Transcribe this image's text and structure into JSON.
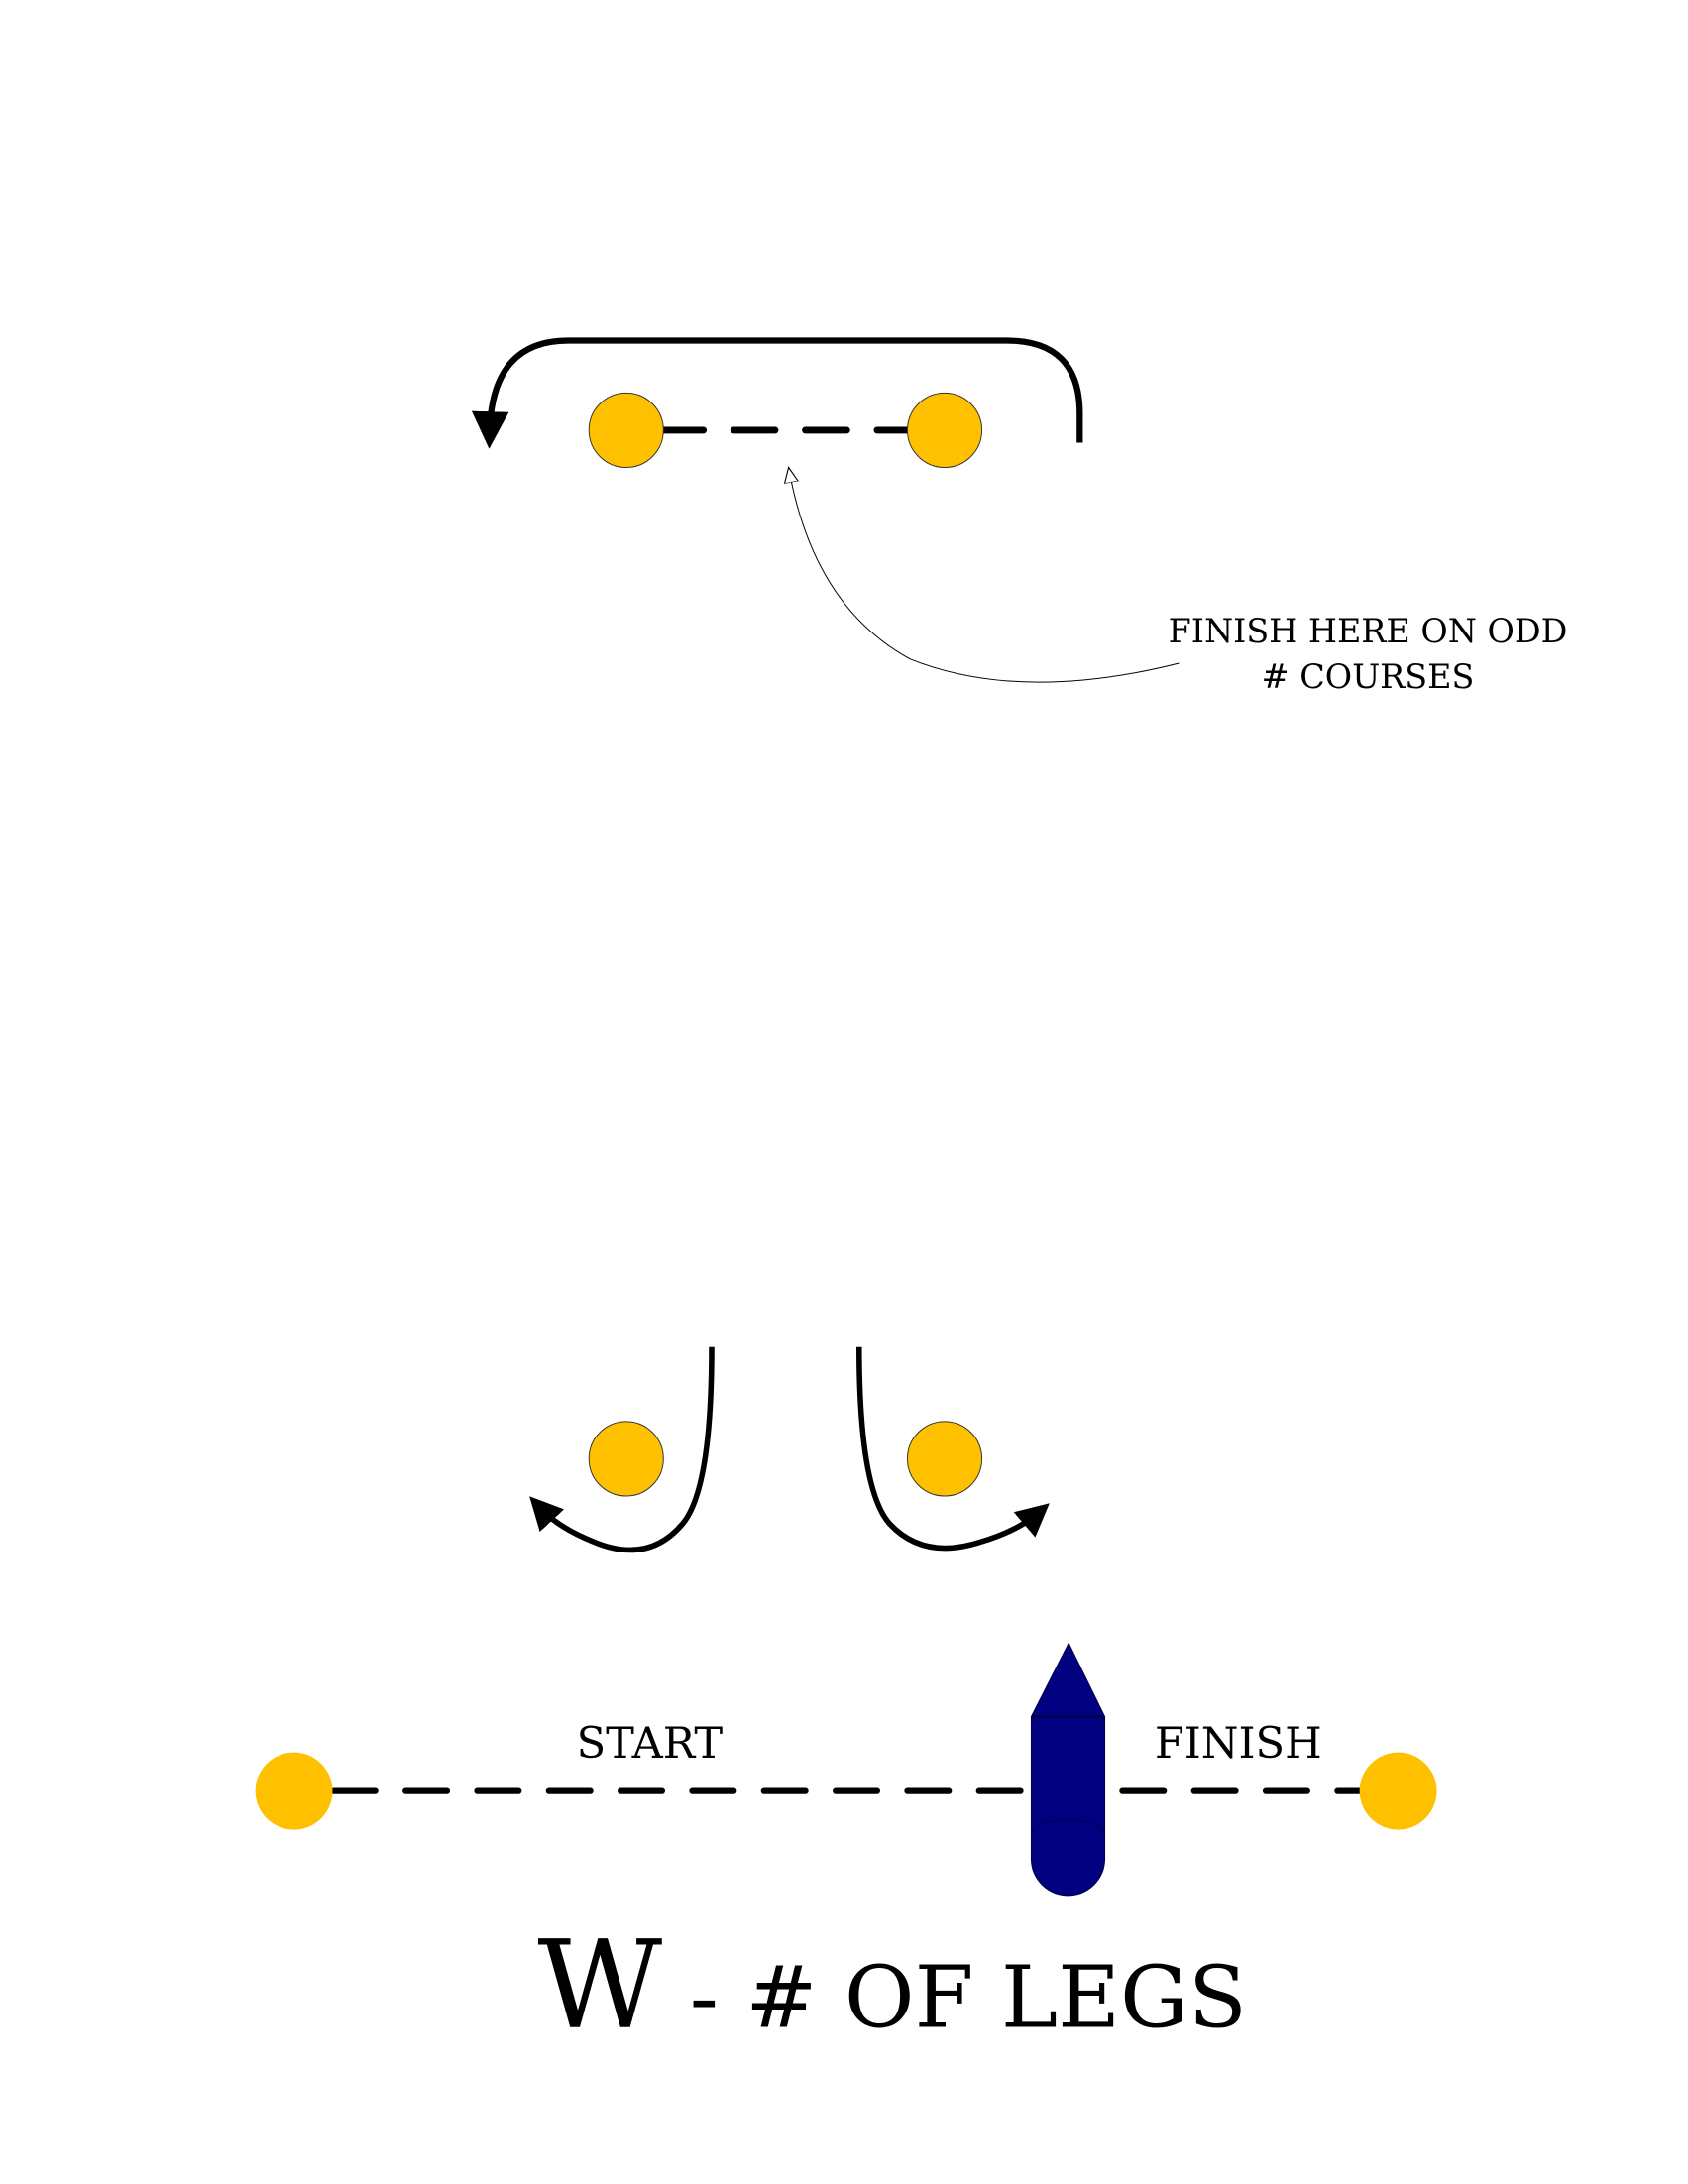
{
  "annotation": {
    "line1": "FINISH HERE ON ODD",
    "line2": "# COURSES"
  },
  "labels": {
    "start": "START",
    "finish": "FINISH"
  },
  "title": {
    "letter": "W",
    "rest": "- # OF LEGS"
  },
  "colors": {
    "mark": "#FFC000",
    "boat": "#000080",
    "line": "#000000"
  }
}
